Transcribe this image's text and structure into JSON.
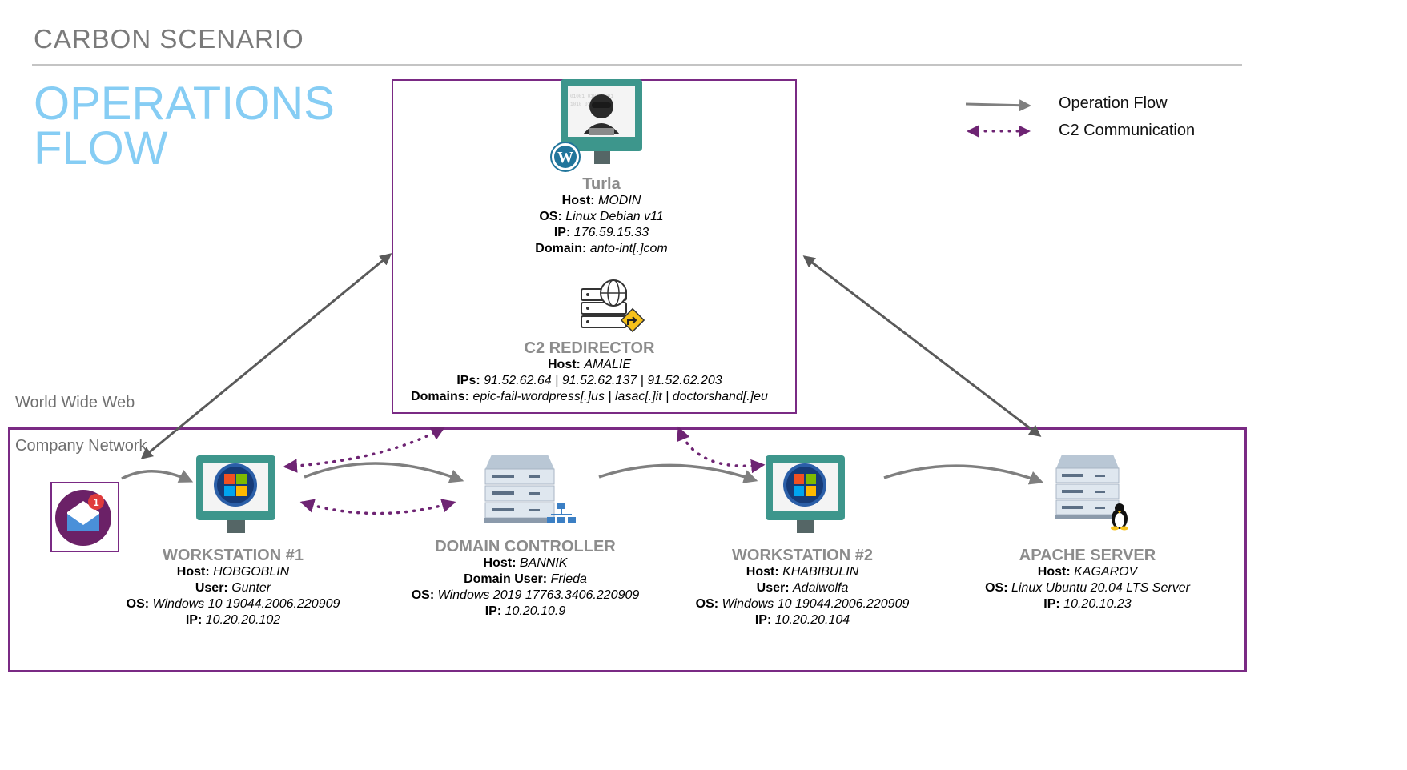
{
  "header": {
    "scenario_title": "CARBON SCENARIO",
    "title_line1": "OPERATIONS",
    "title_line2": "FLOW"
  },
  "legend": {
    "operation_flow": "Operation Flow",
    "c2_communication": "C2 Communication",
    "flow_color": "#7f7f7f",
    "c2_color": "#6e2473"
  },
  "zones": {
    "www": "World Wide Web",
    "company": "Company Network",
    "border_color": "#7a2a84"
  },
  "nodes": {
    "turla": {
      "name": "Turla",
      "host_label": "Host:",
      "host": "MODIN",
      "os_label": "OS:",
      "os": "Linux Debian v11",
      "ip_label": "IP:",
      "ip": "176.59.15.33",
      "domain_label": "Domain:",
      "domain": "anto-int[.]com"
    },
    "redirector": {
      "name": "C2 REDIRECTOR",
      "host_label": "Host:",
      "host": "AMALIE",
      "ips_label": "IPs:",
      "ips": "91.52.62.64 | 91.52.62.137 | 91.52.62.203",
      "domains_label": "Domains:",
      "domains": "epic-fail-wordpress[.]us | lasac[.]it | doctorshand[.]eu"
    },
    "workstation1": {
      "name": "WORKSTATION #1",
      "host_label": "Host:",
      "host": "HOBGOBLIN",
      "user_label": "User:",
      "user": "Gunter",
      "os_label": "OS:",
      "os": "Windows 10 19044.2006.220909",
      "ip_label": "IP:",
      "ip": "10.20.20.102"
    },
    "domain_controller": {
      "name": "DOMAIN CONTROLLER",
      "host_label": "Host:",
      "host": "BANNIK",
      "user_label": "Domain User:",
      "user": "Frieda",
      "os_label": "OS:",
      "os": "Windows 2019 17763.3406.220909",
      "ip_label": "IP:",
      "ip": "10.20.10.9"
    },
    "workstation2": {
      "name": "WORKSTATION #2",
      "host_label": "Host:",
      "host": "KHABIBULIN",
      "user_label": "User:",
      "user": "Adalwolfa",
      "os_label": "OS:",
      "os": "Windows 10 19044.2006.220909",
      "ip_label": "IP:",
      "ip": "10.20.20.104"
    },
    "apache": {
      "name": "APACHE SERVER",
      "host_label": "Host:",
      "host": "KAGAROV",
      "os_label": "OS:",
      "os": "Linux Ubuntu 20.04 LTS Server",
      "ip_label": "IP:",
      "ip": "10.20.10.23"
    }
  },
  "email_badge": "1",
  "icons": {
    "attacker": "hacker-computer-icon",
    "wordpress": "wordpress-icon",
    "redirector": "server-globe-redirect-icon",
    "windows": "windows-computer-icon",
    "dc": "server-network-icon",
    "linux": "linux-server-icon",
    "email": "email-notification-icon"
  },
  "colors": {
    "monitor": "#3d968c",
    "title_accent": "#86cdf4",
    "node_name": "#8c8c8c"
  }
}
